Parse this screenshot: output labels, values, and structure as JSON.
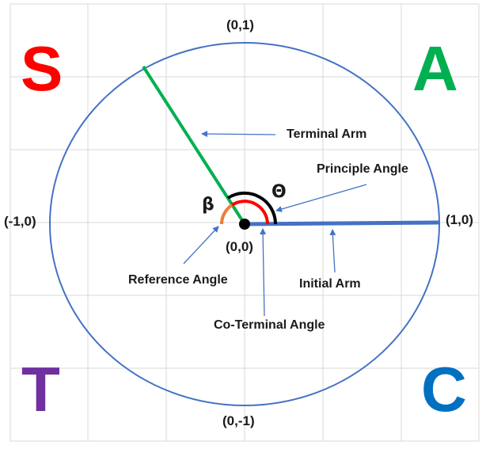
{
  "quadrant_letters": {
    "s": {
      "text": "S",
      "color": "#ff0000"
    },
    "a": {
      "text": "A",
      "color": "#00b050"
    },
    "t": {
      "text": "T",
      "color": "#7030a0"
    },
    "c": {
      "text": "C",
      "color": "#0070c0"
    }
  },
  "points": {
    "top": "(0,1)",
    "bottom": "(0,-1)",
    "left": "(-1,0)",
    "right": "(1,0)",
    "origin": "(0,0)"
  },
  "labels": {
    "terminal_arm": "Terminal Arm",
    "principle_angle": "Principle Angle",
    "reference_angle": "Reference Angle",
    "initial_arm": "Initial Arm",
    "co_terminal_angle": "Co-Terminal Angle"
  },
  "greek": {
    "beta": "β",
    "theta": "Θ"
  },
  "colors": {
    "circle": "#4472c4",
    "grid": "#d9d9d9",
    "terminal_arm": "#00b050",
    "initial_arm": "#4472c4",
    "principle_arc": "#ff0000",
    "co_terminal_arc": "#000000",
    "reference_arc": "#ed7d31",
    "callout_arrow": "#4472c4"
  }
}
